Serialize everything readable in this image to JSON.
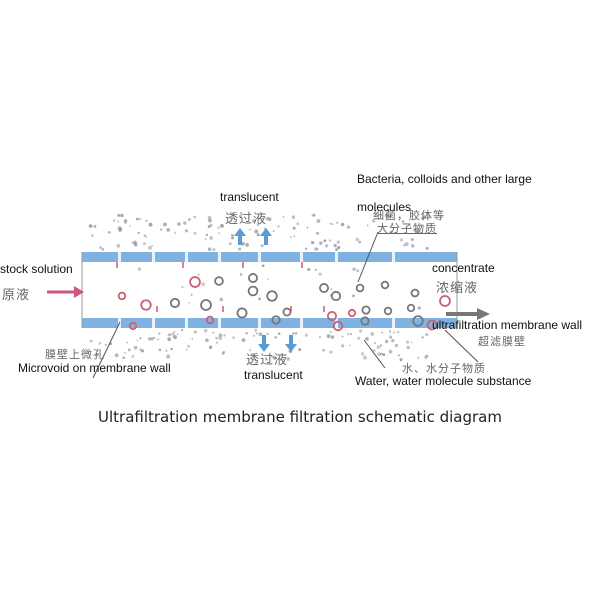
{
  "title": "Ultrafiltration membrane filtration schematic diagram",
  "labels": {
    "translucent_top": "translucent",
    "translucent_top_zh": "透过液",
    "bacteria_en": "Bacteria, colloids and other large",
    "bacteria_en2": "molecules",
    "bacteria_zh": "细菌，胶体等",
    "bacteria_zh2": "大分子物质",
    "stock_en": "stock solution",
    "stock_zh": "原液",
    "concentrate_en": "concentrate",
    "concentrate_zh": "浓缩液",
    "wall_en": "ultrafiltration membrane wall",
    "wall_zh": "超滤膜壁",
    "micro_zh": "膜壁上微孔",
    "micro_en": "Microvoid on membrane wall",
    "translucent_bottom_zh": "透过液",
    "translucent_bottom": "translucent",
    "water_zh": "水、水分子物质",
    "water_en": "Water, water molecule substance"
  },
  "colors": {
    "membrane": "#7fb2e0",
    "inflow_arrow": "#d0557a",
    "permeate_arrow": "#5b9bd5",
    "outflow_arrow": "#777777",
    "large_particle_red": "#c9606f",
    "large_particle_gray": "#777777"
  }
}
